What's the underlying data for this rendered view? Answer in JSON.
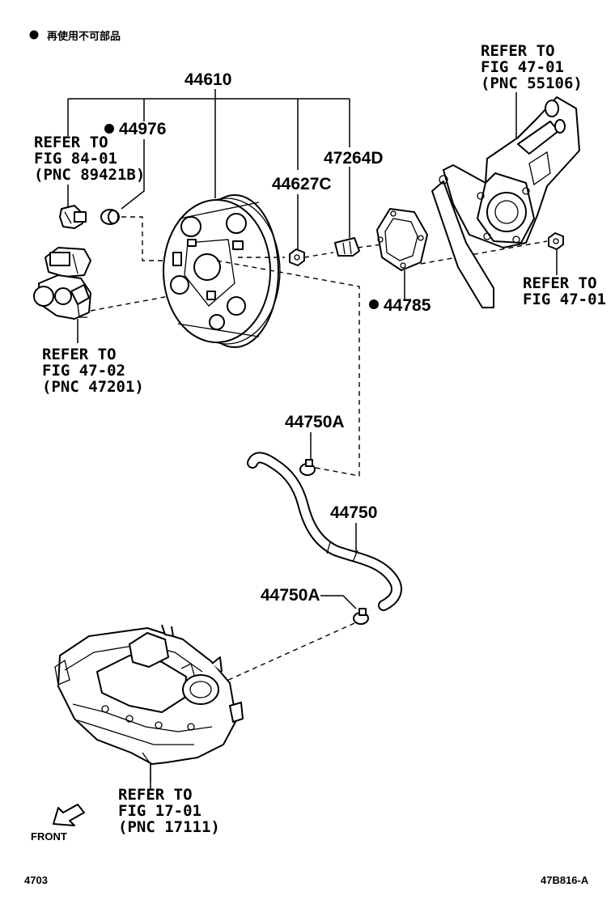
{
  "legend": {
    "marker": "●",
    "text": "再使用不可部品"
  },
  "parts": {
    "p44610": "44610",
    "p44976": "44976",
    "p44627C": "44627C",
    "p47264D": "47264D",
    "p44785": "44785",
    "p44750A_top": "44750A",
    "p44750": "44750",
    "p44750A_bottom": "44750A"
  },
  "refs": {
    "fig8401": [
      "REFER TO",
      "FIG 84-01",
      "(PNC 89421B)"
    ],
    "fig4702": [
      "REFER TO",
      "FIG 47-02",
      "(PNC 47201)"
    ],
    "fig4701_top": [
      "REFER TO",
      "FIG 47-01",
      "(PNC 55106)"
    ],
    "fig4701_right": [
      "REFER TO",
      "FIG 47-01"
    ],
    "fig1701": [
      "REFER TO",
      "FIG 17-01",
      "(PNC 17111)"
    ]
  },
  "front_label": "FRONT",
  "footer": {
    "page": "4703",
    "code": "47B816-A"
  }
}
